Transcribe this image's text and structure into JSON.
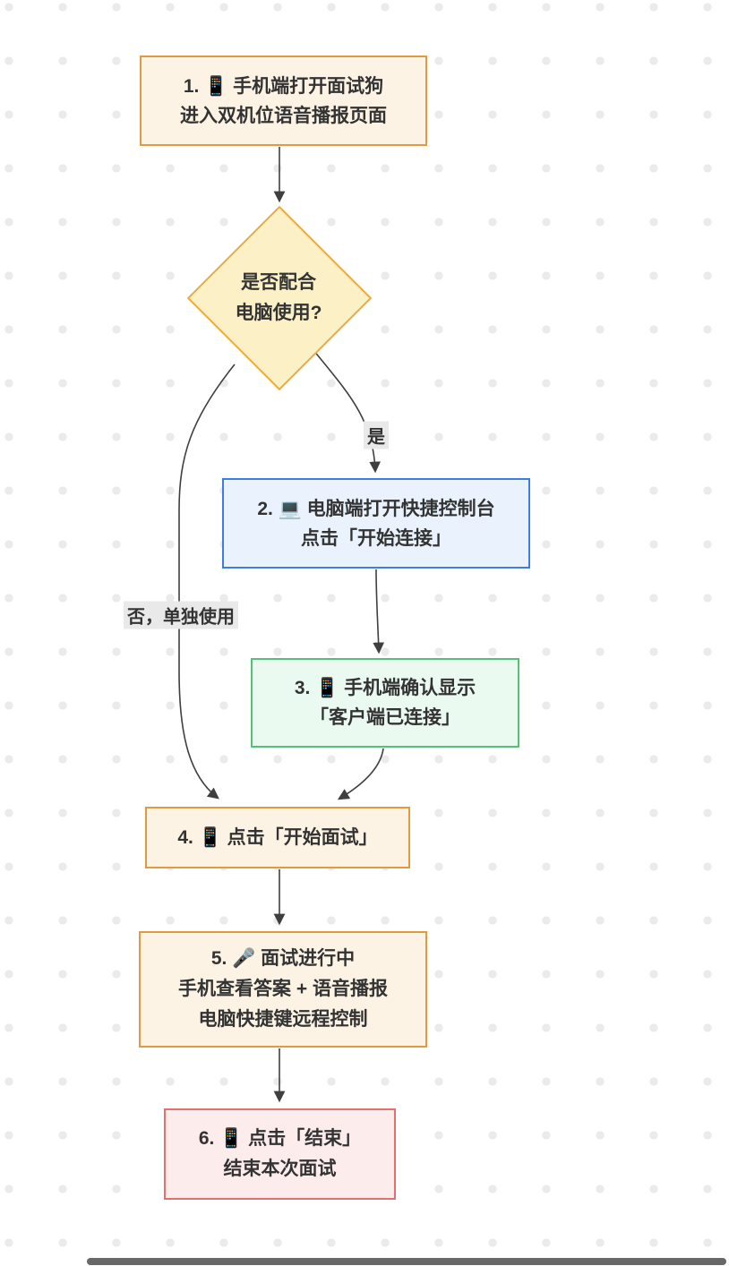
{
  "diagram": {
    "background_dot_color": "#ebebeb",
    "edge_color": "#3f3f3f",
    "text_color": "#333333",
    "nodes": [
      {
        "id": "step1",
        "type": "process",
        "lines": [
          "1. 📱 手机端打开面试狗",
          "进入双机位语音播报页面"
        ],
        "border": "#e09b41",
        "fill": "#fdf3e4"
      },
      {
        "id": "decision-use-computer",
        "type": "decision",
        "lines": [
          "是否配合",
          "电脑使用?"
        ],
        "border": "#eeac3e",
        "fill": "#fbf0c6"
      },
      {
        "id": "step2",
        "type": "process",
        "lines": [
          "2. 💻 电脑端打开快捷控制台",
          "点击「开始连接」"
        ],
        "border": "#3d7ee0",
        "fill": "#e9f2fd"
      },
      {
        "id": "step3",
        "type": "process",
        "lines": [
          "3. 📱 手机端确认显示",
          "「客户端已连接」"
        ],
        "border": "#54c276",
        "fill": "#ebfaf1"
      },
      {
        "id": "step4",
        "type": "process",
        "lines": [
          "4. 📱 点击「开始面试」"
        ],
        "border": "#e09b41",
        "fill": "#fdf3e4"
      },
      {
        "id": "step5",
        "type": "process",
        "lines": [
          "5. 🎤 面试进行中",
          "手机查看答案 + 语音播报",
          "电脑快捷键远程控制"
        ],
        "border": "#e09b41",
        "fill": "#fdf3e4"
      },
      {
        "id": "step6",
        "type": "process",
        "lines": [
          "6. 📱 点击「结束」",
          "结束本次面试"
        ],
        "border": "#e27070",
        "fill": "#fdecec"
      }
    ],
    "edge_labels": [
      {
        "id": "yes",
        "text": "是"
      },
      {
        "id": "no-standalone",
        "text": "否，单独使用"
      }
    ]
  }
}
